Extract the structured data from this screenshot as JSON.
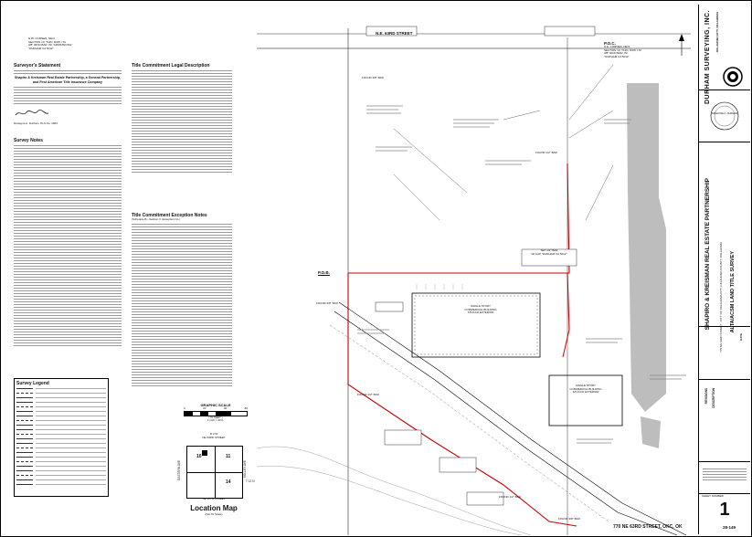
{
  "left_column": {
    "corner_note": [
      "N.W. CORNER, NE/4,",
      "SECTION 10, T12N, R3W, I.M.",
      "3/8\" IRON BAR, W/ \"ARMSTRONG\"",
      "\"DURHAM CA 5012\""
    ],
    "surveyor_statement_title": "Surveyor's Statement",
    "surveyor_to_heading": "Shapiro & Kreisman Real Estate Partnership, a General Partnership, and First American Title Insurance Company",
    "survey_notes_title": "Survey Notes",
    "survey_legend_title": "Survey Legend",
    "signature_caption": "Dewayne A. Durham, PLS No. 1823"
  },
  "title_commitment": {
    "legal_title": "Title Commitment Legal Description",
    "exception_title": "Title Commitment Exception Notes",
    "exception_subtitle": "(Schedule B—Section II, Exception No.)"
  },
  "graphic_scale": {
    "title": "GRAPHIC SCALE",
    "ticks": [
      "0",
      "20",
      "40",
      "80"
    ],
    "unit": "( IN FEET )",
    "ratio": "1 inch = 40 ft."
  },
  "location_map": {
    "title": "Location Map",
    "subtitle": "(Not To Scale)",
    "range_label": "R  3  W",
    "top_road": "NE 63RD STREET",
    "bottom_road": "NE 50TH STREET",
    "left_road": "EASTERN AVE",
    "right_road": "KELLEY AVE",
    "section_left": "10",
    "section_right": "11",
    "section_br": "14",
    "township": "T 12 N"
  },
  "drawing": {
    "street_top": "N.E. 63RD STREET",
    "pob_label": "P.O.B.",
    "poc_label": "P.O.C.",
    "poc_note": [
      "N.E. CORNER, NE/4,",
      "SECTION 10, T12N, R3W, I.M.",
      "3/8\" IRON BAR, W/",
      "\"DURHAM CA 5012\""
    ],
    "building_labels": [
      "SINGLE STORY",
      "COMMERCIAL BUILDING",
      "STUCCO EXTERIOR"
    ],
    "building_labels_2": [
      "SINGLE STORY",
      "COMMERCIAL BUILDING",
      "STUCCO EXTERIOR"
    ],
    "found_labels": [
      "FOUND 3/8\" BAR",
      "FOUND 1/2\" BAR",
      "FOUND 3/8\" BAR",
      "FOUND 1/2\" BAR",
      "FOUND 1/2\" BAR",
      "FOUND 3/8\" BAR"
    ],
    "setbar_label": [
      "SET 1/2\" BAR",
      "W/ CAP \"DURHAM CA 5012\""
    ],
    "address_line": "770 NE 63RD STREET, OKC, OK"
  },
  "title_block": {
    "firm_name": "DURHAM SURVEYING, INC.",
    "firm_address": "OKLAHOMA CITY, OKLAHOMA",
    "project_title": "SHAPIRO & KREISMAN REAL ESTATE PARTNERSHIP",
    "project_location": "770 NE 63RD STREET · CITY OF OKLAHOMA CITY, OKLAHOMA COUNTY, OKLAHOMA",
    "survey_type": "ALTA/ACSM LAND TITLE SURVEY",
    "revisions_label": "REVISIONS",
    "description_label": "DESCRIPTION",
    "date_label": "DATE",
    "sheet_number_label": "SHEET NUMBER",
    "sheet_number": "1",
    "drawing_id": "28-149",
    "seal_name": "DEWAYNE A. DURHAM"
  }
}
